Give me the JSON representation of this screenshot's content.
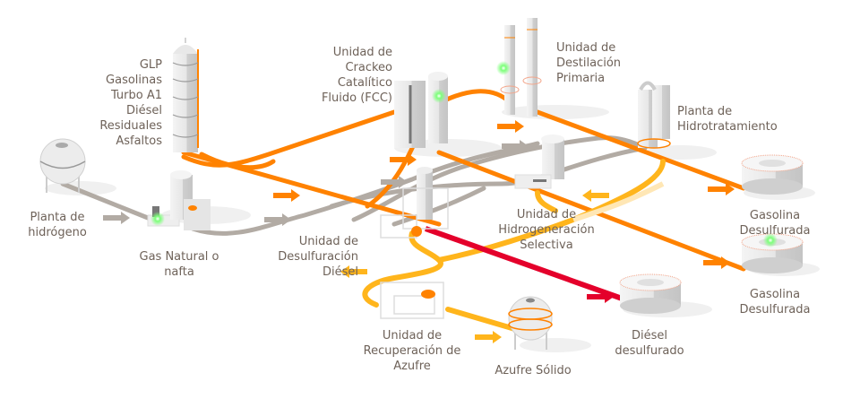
{
  "diagram": {
    "type": "refinery-process-flow",
    "colors": {
      "crude_orange": "#ff8200",
      "sulfur_yellow": "#ffb51c",
      "diesel_red": "#e4002b",
      "hydrogen_gray": "#b2aba4",
      "equipment_light": "#e8e8e8",
      "equipment_mid": "#cfcfcf",
      "label_text": "#6e6259",
      "status_light": "#7dff7a"
    },
    "labels": {
      "products": [
        "GLP",
        "Gasolinas",
        "Turbo A1",
        "Diésel",
        "Residuales",
        "Asfaltos"
      ],
      "fcc": [
        "Unidad de",
        "Crackeo",
        "Catalítico",
        "Fluido (FCC)"
      ],
      "destilacion": [
        "Unidad de",
        "Destilación",
        "Primaria"
      ],
      "hidrotratamiento": [
        "Planta de",
        "Hidrotratamiento"
      ],
      "hidrogeno": [
        "Planta de",
        "hidrógeno"
      ],
      "gas_natural": [
        "Gas Natural o",
        "nafta"
      ],
      "desulfuracion": [
        "Unidad de",
        "Desulfuración",
        "Diésel"
      ],
      "hidrogeneracion": [
        "Unidad de",
        "Hidrogeneración",
        "Selectiva"
      ],
      "gasolina_1": [
        "Gasolina",
        "Desulfurada"
      ],
      "gasolina_2": [
        "Gasolina",
        "Desulfurada"
      ],
      "recuperacion": [
        "Unidad de",
        "Recuperación de",
        "Azufre"
      ],
      "azufre": [
        "Azufre Sólido"
      ],
      "diesel_out": [
        "Diésel",
        "desulfurado"
      ]
    }
  }
}
